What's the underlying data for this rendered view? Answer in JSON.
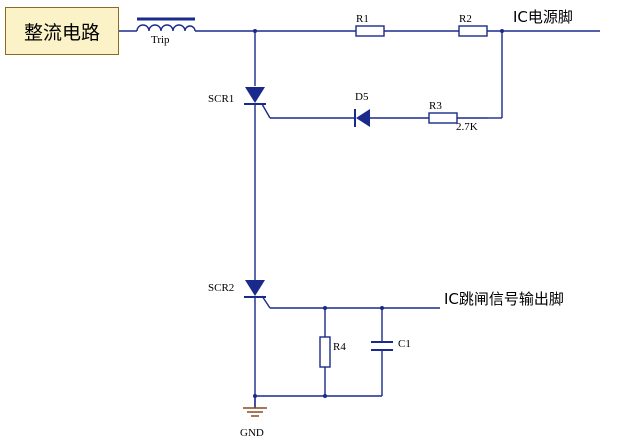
{
  "blocks": {
    "rectifier": "整流电路"
  },
  "components": {
    "inductor": "Trip",
    "r1": "R1",
    "r2": "R2",
    "r3": "R3",
    "r3_value": "2.7K",
    "r4": "R4",
    "d5": "D5",
    "c1": "C1",
    "scr1": "SCR1",
    "scr2": "SCR2",
    "gnd": "GND"
  },
  "nets": {
    "ic_power": "IC电源脚",
    "ic_trip_out": "IC跳闸信号输出脚"
  },
  "colors": {
    "wire": "#1a2a8c",
    "component": "#1a2a8c",
    "box_fill": "#fcf2c8",
    "box_border": "#8a6b24",
    "ground": "#8a4a1a"
  }
}
